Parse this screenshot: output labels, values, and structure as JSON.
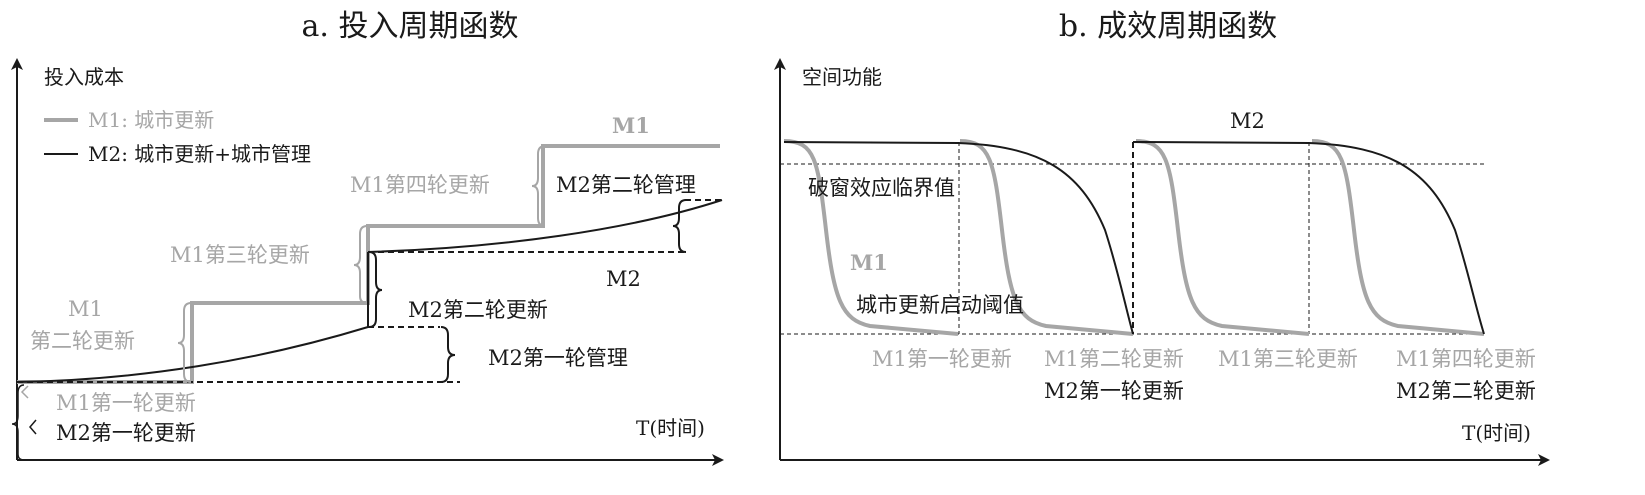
{
  "panel_a": {
    "title": "a. 投入周期函数",
    "y_axis_label": "投入成本",
    "x_axis_label": "T(时间)",
    "legend": {
      "m1": "M1: 城市更新",
      "m2": "M2: 城市更新+城市管理"
    },
    "labels": {
      "m1_top": "M1",
      "m1_round4": "M1第四轮更新",
      "m2_manage2": "M2第二轮管理",
      "m1_round3": "M1第三轮更新",
      "m2_mid": "M2",
      "m1_round2_line1": "M1",
      "m1_round2_line2": "第二轮更新",
      "m2_round2": "M2第二轮更新",
      "m2_manage1": "M2第一轮管理",
      "m1_round1": "M1第一轮更新",
      "m2_round1": "M2第一轮更新"
    }
  },
  "panel_b": {
    "title": "b. 成效周期函数",
    "y_axis_label": "空间功能",
    "x_axis_label": "T(时间)",
    "labels": {
      "m2_top": "M2",
      "threshold_broken_window": "破窗效应临界值",
      "m1_curve": "M1",
      "threshold_renewal": "城市更新启动阈值",
      "m1_round1": "M1第一轮更新",
      "m1_round2": "M1第二轮更新",
      "m2_round1": "M2第一轮更新",
      "m1_round3": "M1第三轮更新",
      "m1_round4": "M1第四轮更新",
      "m2_round2": "M2第二轮更新"
    }
  },
  "colors": {
    "m1": "#a6a6a6",
    "m2": "#1a1a1a",
    "axis": "#1a1a1a"
  }
}
